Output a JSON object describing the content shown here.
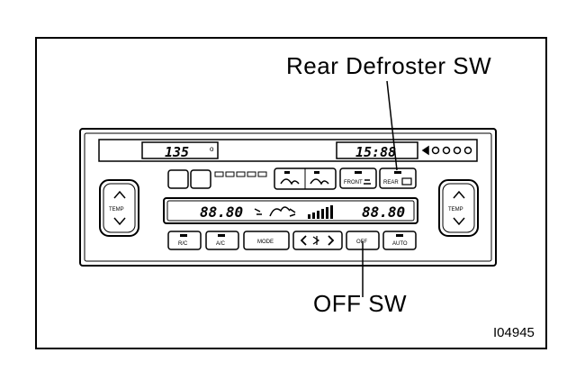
{
  "callouts": {
    "rear_defroster": "Rear Defroster SW",
    "off_switch": "OFF SW"
  },
  "figure_id": "I04945",
  "panel": {
    "temp_left_label": "TEMP",
    "temp_right_label": "TEMP",
    "display_top_left": "135",
    "display_top_right": "15:88",
    "display_main_left": "88.80",
    "display_main_right": "88.80",
    "buttons": {
      "front_defrost": "FRONT",
      "rear_defrost": "REAR",
      "recirc": "R/C",
      "ac": "A/C",
      "mode": "MODE",
      "off": "OFF",
      "auto": "AUTO"
    }
  }
}
